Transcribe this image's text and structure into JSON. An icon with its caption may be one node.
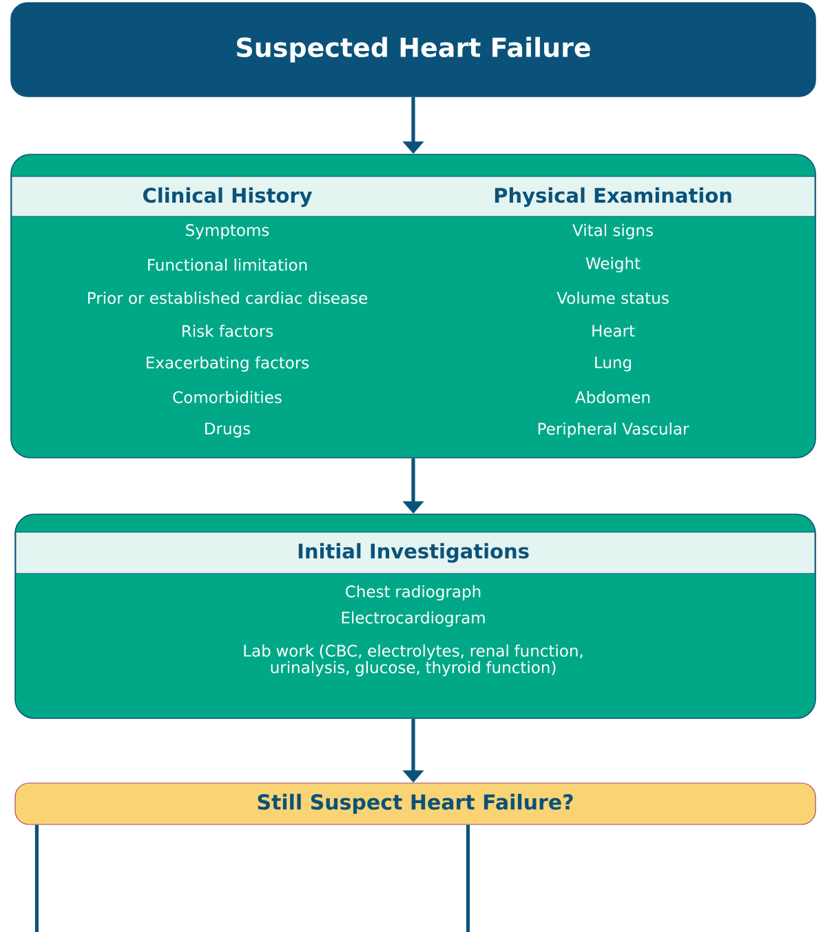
{
  "diagram": {
    "nodes": [
      {
        "text": [
          "Suspected Heart Failure"
        ]
      },
      {
        "text": [
          "Clinical History",
          "Symptoms",
          "Functional limitation",
          "Prior or established cardiac disease",
          "Risk factors",
          "Exacerbating factors",
          "Comorbidities",
          "Drugs",
          "Physical Examination",
          "Vital signs",
          "Weight",
          "Volume status",
          "Heart",
          "Lung",
          "Abdomen",
          "Peripheral Vascular"
        ]
      },
      {
        "text": [
          "Initial Investigations",
          "Chest radiograph",
          "Electrocardiogram",
          "Lab work (CBC, electrolytes, renal function, urinalysis, glucose, thyroid function)"
        ]
      },
      {
        "text": [
          "Still Suspect Heart Failure?"
        ]
      }
    ],
    "edges": [
      {
        "from": 0,
        "to": 1,
        "arrow": "to"
      },
      {
        "from": 1,
        "to": 2,
        "arrow": "to"
      },
      {
        "from": 2,
        "to": 3,
        "arrow": "to"
      },
      {
        "from": 3,
        "to": null,
        "arrow": "none"
      },
      {
        "from": 3,
        "to": null,
        "arrow": "none"
      }
    ]
  }
}
